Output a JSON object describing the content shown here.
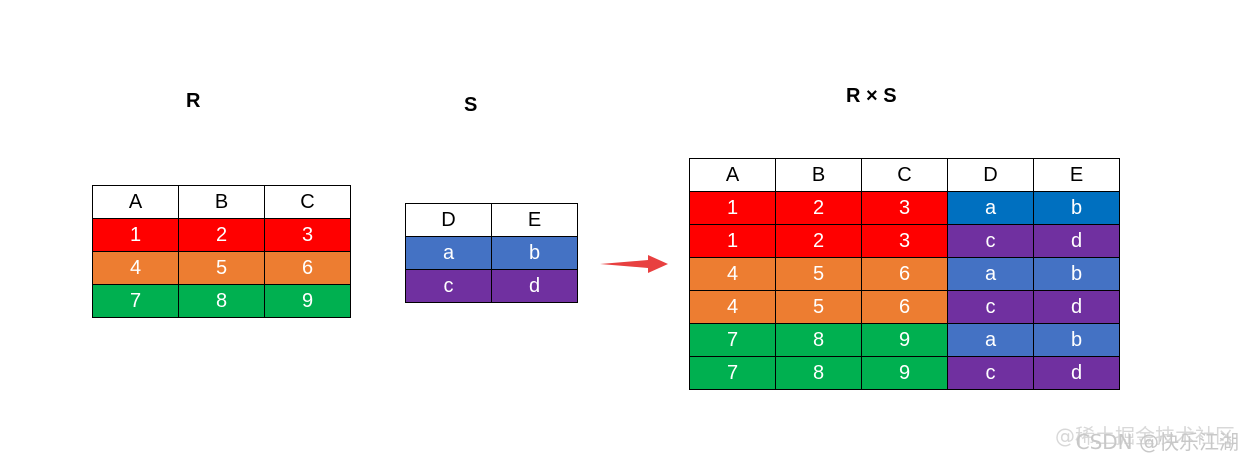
{
  "titles": {
    "r": "R",
    "s": "S",
    "product": "R × S"
  },
  "r": {
    "headers": [
      "A",
      "B",
      "C"
    ],
    "rows": [
      [
        "1",
        "2",
        "3"
      ],
      [
        "4",
        "5",
        "6"
      ],
      [
        "7",
        "8",
        "9"
      ]
    ]
  },
  "s": {
    "headers": [
      "D",
      "E"
    ],
    "rows": [
      [
        "a",
        "b"
      ],
      [
        "c",
        "d"
      ]
    ]
  },
  "product": {
    "headers": [
      "A",
      "B",
      "C",
      "D",
      "E"
    ],
    "rows": [
      [
        "1",
        "2",
        "3",
        "a",
        "b"
      ],
      [
        "1",
        "2",
        "3",
        "c",
        "d"
      ],
      [
        "4",
        "5",
        "6",
        "a",
        "b"
      ],
      [
        "4",
        "5",
        "6",
        "c",
        "d"
      ],
      [
        "7",
        "8",
        "9",
        "a",
        "b"
      ],
      [
        "7",
        "8",
        "9",
        "c",
        "d"
      ]
    ]
  },
  "colors": {
    "red": "#ff0000",
    "orange": "#ed7d31",
    "green": "#00b050",
    "blue": "#4472c4",
    "purple": "#7030a0",
    "arrow": "#e84040"
  },
  "watermark": {
    "front": "CSDN @快乐江湖",
    "back": "@稀土掘金技术社区"
  }
}
